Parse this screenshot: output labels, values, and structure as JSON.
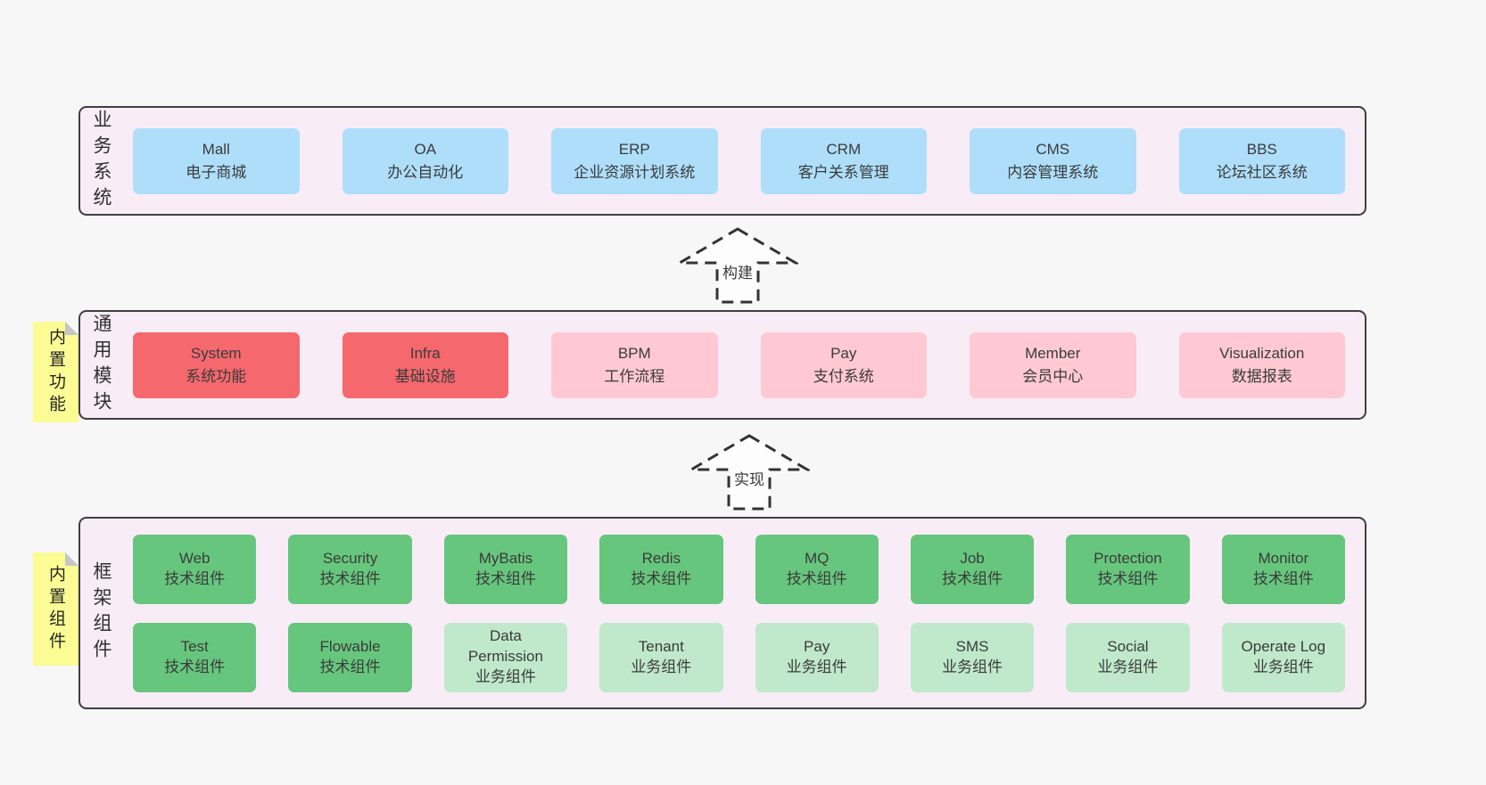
{
  "diagram": {
    "arrows": {
      "build": "构建",
      "implement": "实现"
    },
    "business": {
      "side_label": "业务系统",
      "boxes": [
        {
          "title": "Mall",
          "subtitle": "电子商城"
        },
        {
          "title": "OA",
          "subtitle": "办公自动化"
        },
        {
          "title": "ERP",
          "subtitle": "企业资源计划系统"
        },
        {
          "title": "CRM",
          "subtitle": "客户关系管理"
        },
        {
          "title": "CMS",
          "subtitle": "内容管理系统"
        },
        {
          "title": "BBS",
          "subtitle": "论坛社区系统"
        }
      ]
    },
    "modules": {
      "side_label": "通用模块",
      "sticky_label": "内置功能",
      "boxes": [
        {
          "title": "System",
          "subtitle": "系统功能"
        },
        {
          "title": "Infra",
          "subtitle": "基础设施"
        },
        {
          "title": "BPM",
          "subtitle": "工作流程"
        },
        {
          "title": "Pay",
          "subtitle": "支付系统"
        },
        {
          "title": "Member",
          "subtitle": "会员中心"
        },
        {
          "title": "Visualization",
          "subtitle": "数据报表"
        }
      ]
    },
    "components": {
      "side_label": "框架组件",
      "sticky_label": "内置组件",
      "row1": [
        {
          "title": "Web",
          "subtitle": "技术组件"
        },
        {
          "title": "Security",
          "subtitle": "技术组件"
        },
        {
          "title": "MyBatis",
          "subtitle": "技术组件"
        },
        {
          "title": "Redis",
          "subtitle": "技术组件"
        },
        {
          "title": "MQ",
          "subtitle": "技术组件"
        },
        {
          "title": "Job",
          "subtitle": "技术组件"
        },
        {
          "title": "Protection",
          "subtitle": "技术组件"
        },
        {
          "title": "Monitor",
          "subtitle": "技术组件"
        }
      ],
      "row2": [
        {
          "title": "Test",
          "subtitle": "技术组件"
        },
        {
          "title": "Flowable",
          "subtitle": "技术组件"
        },
        {
          "title": "Data Permission",
          "subtitle": "业务组件"
        },
        {
          "title": "Tenant",
          "subtitle": "业务组件"
        },
        {
          "title": "Pay",
          "subtitle": "业务组件"
        },
        {
          "title": "SMS",
          "subtitle": "业务组件"
        },
        {
          "title": "Social",
          "subtitle": "业务组件"
        },
        {
          "title": "Operate Log",
          "subtitle": "业务组件"
        }
      ]
    },
    "colors": {
      "page_bg": "#f7f7f7",
      "band_bg": "#f8ecf6",
      "band_border": "#3f3f3f",
      "blue": "#aedefa",
      "red": "#f5686e",
      "pink": "#fec9d2",
      "green": "#67c67e",
      "light_green": "#c0e9cb",
      "sticky_yellow": "#fbfc94",
      "text": "#3b3b3b"
    }
  }
}
